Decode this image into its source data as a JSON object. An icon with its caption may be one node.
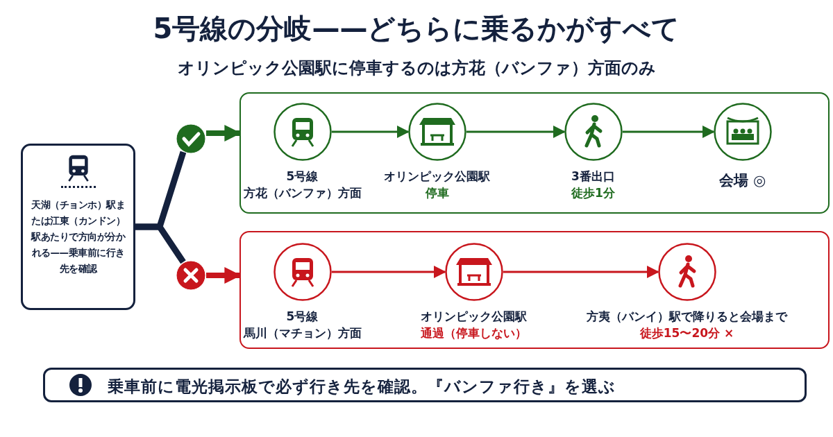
{
  "diagram": {
    "title": "5号線の分岐——どちらに乗るかがすべて",
    "nodes": [
      {
        "text": [
          "天湖（チョンホ）駅または江東（カンドン）駅あたりで方向が分かれる——乗車前に行き先を確認"
        ]
      },
      {
        "text": [],
        "shape": "circle"
      },
      {
        "text": [],
        "shape": "box"
      },
      {
        "text": [
          "5号線",
          "方花（バンファ）方面"
        ],
        "in": 2
      },
      {
        "text": [
          "オリンピック公園駅",
          "停車"
        ],
        "in": 2
      },
      {
        "text": [
          "3番出口",
          "徒歩1分"
        ],
        "in": 2
      },
      {
        "text": [
          "会場 ◎"
        ],
        "in": 2
      },
      {
        "text": [],
        "shape": "circle"
      },
      {
        "text": [],
        "shape": "box"
      },
      {
        "text": [
          "5号線",
          "馬川（マチョン）方面"
        ],
        "in": 8
      },
      {
        "text": [
          "オリンピック公園駅",
          "通過（停車しない）"
        ],
        "in": 8
      },
      {
        "text": [
          "方夷（バンイ）駅で降りると会場まで",
          "徒歩15〜20分 ×"
        ],
        "in": 8
      },
      {
        "text": [
          "乗車前に電光掲示板で必ず行き先を確認。『バンファ行き』を選ぶ"
        ]
      }
    ],
    "edges": [
      {
        "from": 0,
        "to": 1,
        "arrow": "none",
        "style": "thick",
        "color": "#14213d"
      },
      {
        "from": 0,
        "to": 7,
        "arrow": "none",
        "style": "thick",
        "color": "#14213d"
      },
      {
        "from": 1,
        "to": 2,
        "arrow": "to",
        "style": "thick",
        "color": "#1f6b1f"
      },
      {
        "from": 3,
        "to": 4,
        "arrow": "to",
        "color": "#1f6b1f"
      },
      {
        "from": 4,
        "to": 5,
        "arrow": "to",
        "color": "#1f6b1f"
      },
      {
        "from": 5,
        "to": 6,
        "arrow": "to",
        "color": "#1f6b1f"
      },
      {
        "from": 7,
        "to": 8,
        "arrow": "to",
        "style": "thick",
        "color": "#c8161d"
      },
      {
        "from": 9,
        "to": 10,
        "arrow": "to",
        "color": "#c8161d"
      },
      {
        "from": 10,
        "to": 11,
        "arrow": "to",
        "color": "#c8161d"
      }
    ],
    "labels": [
      "オリンピック公園駅に停車するのは方花（バンファ）方面のみ"
    ]
  }
}
